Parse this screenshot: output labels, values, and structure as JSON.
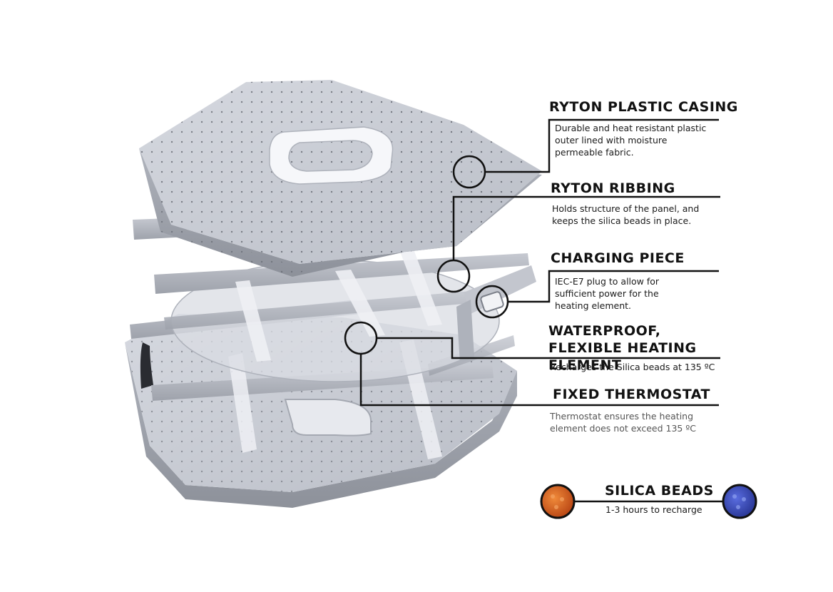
{
  "callouts": [
    {
      "title": "RYTON PLASTIC CASING",
      "description": "Durable and heat resistant plastic outer lined with moisture permeable fabric."
    },
    {
      "title": "RYTON RIBBING",
      "description": "Holds structure of the panel, and keeps the silica beads in place."
    },
    {
      "title": "CHARGING PIECE",
      "description": "IEC-E7 plug to allow for sufficient power for the heating element."
    },
    {
      "title": "WATERPROOF, FLEXIBLE HEATING ELEMENT",
      "description": "Recharges the Silica beads at 135 ºC"
    },
    {
      "title": "FIXED THERMOSTAT",
      "description": "Thermostat ensures the heating element does not exceed 135 ºC"
    }
  ],
  "silica": {
    "title": "SILICA BEADS",
    "subtitle": "1-3 hours to recharge",
    "colors": {
      "charged": "#c8501a",
      "depleted": "#2f3fa8"
    }
  },
  "colors": {
    "casing": "#c9ccd4",
    "casing_shadow": "#9da1ab",
    "rib": "#b4b8c2",
    "line": "#111111"
  }
}
